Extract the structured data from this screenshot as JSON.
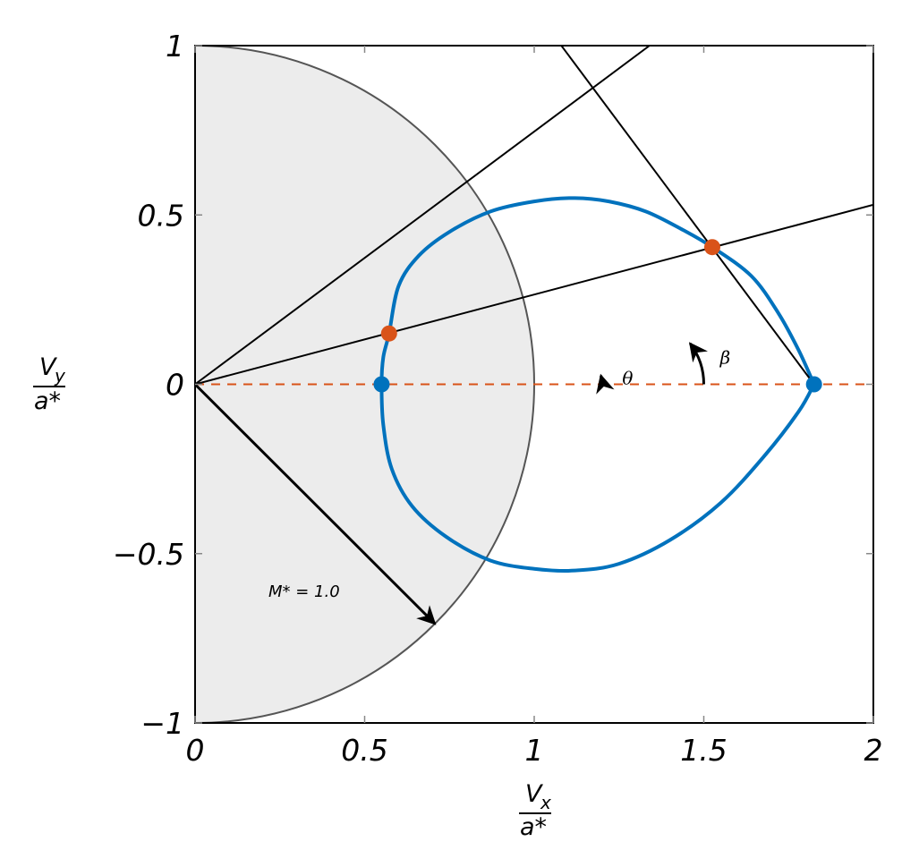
{
  "chart_data": {
    "type": "line",
    "title": "",
    "xlabel": {
      "numerator": "V",
      "numerator_sub": "x",
      "denominator": "a*"
    },
    "ylabel": {
      "numerator": "V",
      "numerator_sub": "y",
      "denominator": "a*"
    },
    "xlim": [
      0,
      2
    ],
    "ylim": [
      -1,
      1
    ],
    "x_ticks": [
      0,
      0.5,
      1,
      1.5,
      2
    ],
    "x_tick_labels": [
      "0",
      "0.5",
      "1",
      "1.5",
      "2"
    ],
    "y_ticks": [
      -1,
      -0.5,
      0,
      0.5,
      1
    ],
    "y_tick_labels": [
      "−1",
      "−0.5",
      "0",
      "0.5",
      "1"
    ],
    "grid": false,
    "series": [
      {
        "kind": "sonic-circle",
        "radius": 1.0,
        "fill": "#ececec",
        "stroke": "#555555"
      },
      {
        "kind": "shock-polar",
        "color": "#0072bd",
        "points": [
          [
            1.825,
            0.0
          ],
          [
            1.78,
            0.1
          ],
          [
            1.72,
            0.21
          ],
          [
            1.64,
            0.32
          ],
          [
            1.525,
            0.405
          ],
          [
            1.44,
            0.455
          ],
          [
            1.33,
            0.51
          ],
          [
            1.22,
            0.54
          ],
          [
            1.12,
            0.55
          ],
          [
            1.0,
            0.54
          ],
          [
            0.87,
            0.51
          ],
          [
            0.75,
            0.45
          ],
          [
            0.66,
            0.38
          ],
          [
            0.6,
            0.29
          ],
          [
            0.572,
            0.15
          ],
          [
            0.555,
            0.08
          ],
          [
            0.55,
            0.0
          ],
          [
            0.555,
            -0.12
          ],
          [
            0.58,
            -0.25
          ],
          [
            0.64,
            -0.36
          ],
          [
            0.74,
            -0.45
          ],
          [
            0.87,
            -0.52
          ],
          [
            1.0,
            -0.545
          ],
          [
            1.12,
            -0.55
          ],
          [
            1.25,
            -0.53
          ],
          [
            1.4,
            -0.46
          ],
          [
            1.55,
            -0.35
          ],
          [
            1.68,
            -0.21
          ],
          [
            1.78,
            -0.08
          ],
          [
            1.825,
            0.0
          ]
        ]
      },
      {
        "kind": "symmetry-line",
        "color": "#d95319",
        "dashed": true,
        "points": [
          [
            0,
            0
          ],
          [
            2,
            0
          ]
        ]
      },
      {
        "kind": "deflection-ray",
        "color": "#000000",
        "points": [
          [
            0,
            0
          ],
          [
            2,
            0.53
          ]
        ]
      },
      {
        "kind": "mach-ray",
        "color": "#000000",
        "points": [
          [
            0,
            0
          ],
          [
            1.34,
            1.0
          ]
        ]
      },
      {
        "kind": "shock-line",
        "color": "#000000",
        "points": [
          [
            1.08,
            1.0
          ],
          [
            1.825,
            0.0
          ]
        ]
      }
    ],
    "markers": [
      {
        "kind": "blue",
        "color": "#0072bd",
        "x": 0.55,
        "y": 0.0
      },
      {
        "kind": "blue",
        "color": "#0072bd",
        "x": 1.825,
        "y": 0.0
      },
      {
        "kind": "orange",
        "color": "#d95319",
        "x": 0.572,
        "y": 0.15
      },
      {
        "kind": "orange",
        "color": "#d95319",
        "x": 1.525,
        "y": 0.405
      }
    ],
    "annotations": [
      {
        "label": "θ",
        "kind": "angle-arrow",
        "center": [
          1.1,
          0.0
        ],
        "radius": [
          0.1,
          0.0
        ],
        "to_angle_deg": 14.8
      },
      {
        "label": "β",
        "kind": "angle-arrow",
        "center": [
          1.3,
          0.0
        ],
        "radius": [
          0.2,
          0.0
        ],
        "to_angle_deg": 37.0
      },
      {
        "label": "M* = 1.0",
        "kind": "radius-arrow",
        "from": [
          0,
          0
        ],
        "to": [
          0.707,
          -0.707
        ]
      }
    ]
  }
}
